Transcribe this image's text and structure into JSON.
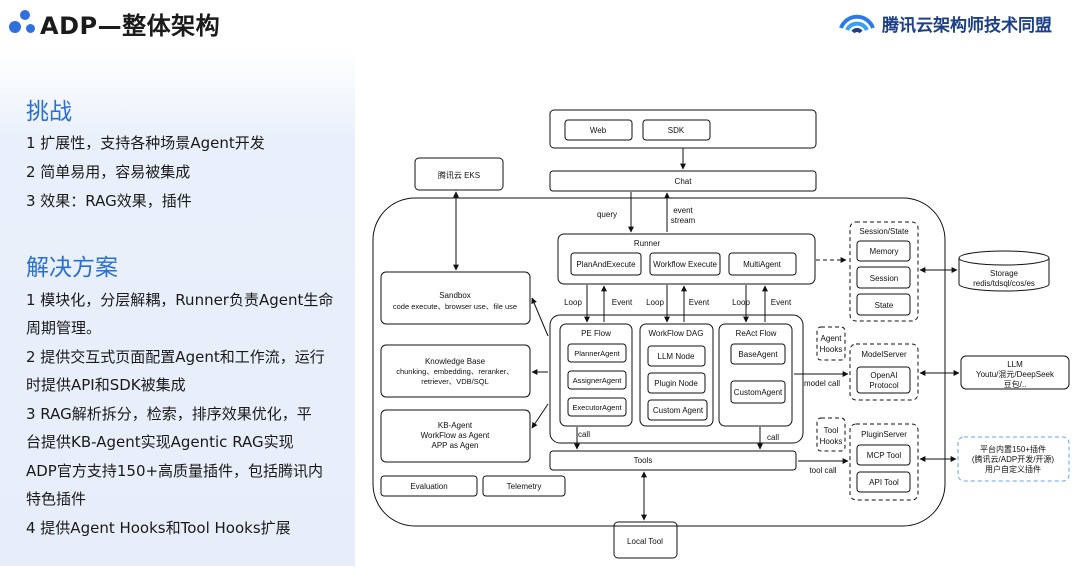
{
  "header": {
    "title": "ADP—整体架构",
    "brand": "腾讯云架构师技术同盟"
  },
  "challenges": {
    "title": "挑战",
    "items": [
      "1 扩展性，支持各种场景Agent开发",
      "2 简单易用，容易被集成",
      "3 效果：RAG效果，插件"
    ]
  },
  "solutions": {
    "title": "解决方案",
    "lines": [
      "1 模块化，分层解耦，Runner负责Agent生命",
      "周期管理。",
      "2 提供交互式页面配置Agent和工作流，运行",
      "时提供API和SDK被集成",
      "3 RAG解析拆分，检索，排序效果优化，平",
      "台提供KB-Agent实现Agentic RAG实现",
      "ADP官方支持150+高质量插件，包括腾讯内",
      "特色插件",
      "4 提供Agent Hooks和Tool Hooks扩展"
    ]
  },
  "diagram": {
    "web": "Web",
    "sdk": "SDK",
    "chat": "Chat",
    "eks": "腾讯云 EKS",
    "query": "query",
    "event1": "event",
    "event2": "stream",
    "runner": "Runner",
    "plan_execute": "PlanAndExecute",
    "workflow_execute": "Workflow Execute",
    "multi_agent": "MultiAgent",
    "loop": "Loop",
    "event": "Event",
    "sandbox_title": "Sandbox",
    "sandbox_desc": "code execute、browser use、file use",
    "kb_title": "Knowledge Base",
    "kb_line1": "chunking、embedding、reranker、",
    "kb_line2": "retriever、VDB/SQL",
    "kbagent_title": "KB-Agent",
    "kbagent_line1": "WorkFlow as Agent",
    "kbagent_line2": "APP as Agen",
    "evaluation": "Evaluation",
    "telemetry": "Telemetry",
    "pe_flow": "PE Flow",
    "planner_agent": "PlannerAgent",
    "assigner_agent": "AssignerAgent",
    "executor_agent": "ExecutorAgent",
    "workflow_dag": "WorkFlow DAG",
    "llm_node": "LLM Node",
    "plugin_node": "Plugin Node",
    "custom_agent_node": "Custom Agent",
    "react_flow": "ReAct Flow",
    "base_agent": "BaseAgent",
    "custom_agent": "CustomAgent",
    "call": "call",
    "tools": "Tools",
    "local_tool": "Local Tool",
    "session_state": "Session/State",
    "memory": "Memory",
    "session": "Session",
    "state": "State",
    "storage_line1": "Storage",
    "storage_line2": "redis/tdsql/cos/es",
    "agent_hooks_1": "Agent",
    "agent_hooks_2": "Hooks",
    "model_server": "ModelServer",
    "openai_1": "OpenAI",
    "openai_2": "Protocol",
    "model_call": "model call",
    "llm_title": "LLM",
    "llm_line1": "Youtu/混元/DeepSeek",
    "llm_line2": "豆包/..",
    "tool_hooks_1": "Tool",
    "tool_hooks_2": "Hooks",
    "plugin_server": "PluginServer",
    "mcp_tool": "MCP Tool",
    "api_tool": "API Tool",
    "tool_call": "tool call",
    "plugins_line1": "平台内置150+插件",
    "plugins_line2": "(腾讯云/ADP开发/开源)",
    "plugins_line3": "用户自定义插件"
  },
  "colors": {
    "accent_blue": "#2a6fd6",
    "brand_blue": "#1d3f86"
  }
}
